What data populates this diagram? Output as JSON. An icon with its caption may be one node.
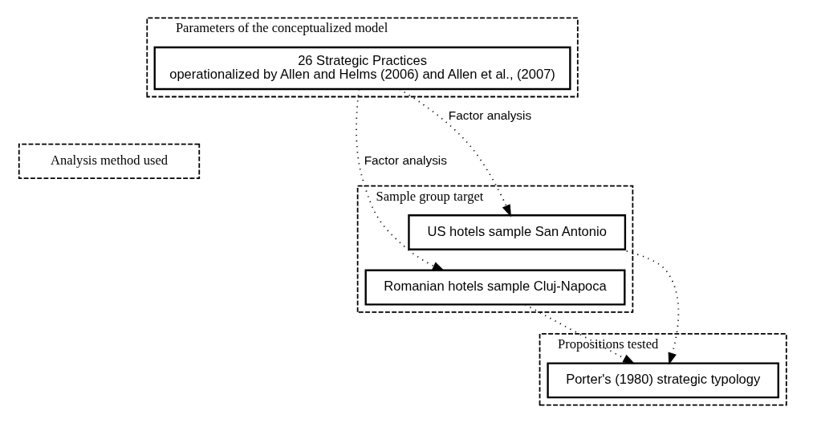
{
  "diagram": {
    "nodes": [
      {
        "text": [
          "Parameters of the conceptualized model"
        ]
      },
      {
        "text": [
          "26 Strategic Practices",
          "operationalized by Allen and Helms (2006) and Allen et al., (2007)"
        ],
        "in": 0
      },
      {
        "text": [
          "Analysis method used"
        ]
      },
      {
        "text": [
          "Sample group target"
        ]
      },
      {
        "text": [
          "Romanian hotels sample Cluj-Napoca"
        ],
        "in": 3
      },
      {
        "text": [
          "US hotels sample San Antonio"
        ],
        "in": 3
      },
      {
        "text": [
          "Propositions tested"
        ]
      },
      {
        "text": [
          "Porter's (1980) strategic typology"
        ],
        "in": 6
      }
    ],
    "edges": [
      {
        "from": 1,
        "to": 4,
        "arrow": "to",
        "label": "Factor analysis"
      },
      {
        "from": 1,
        "to": 5,
        "arrow": "to",
        "label": "Factor analysis"
      },
      {
        "from": 4,
        "to": 7,
        "arrow": "to"
      },
      {
        "from": 5,
        "to": 7,
        "arrow": "to"
      }
    ]
  }
}
